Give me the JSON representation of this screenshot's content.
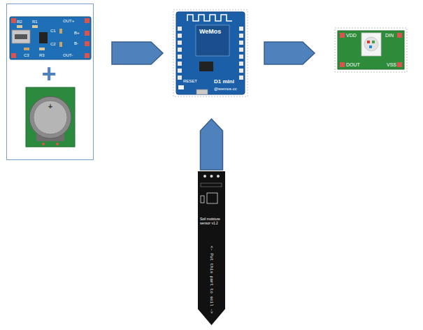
{
  "diagram": {
    "nodes": [
      {
        "text": [
          "+"
        ]
      },
      {
        "text": [
          "OUT+",
          "B+",
          "B-",
          "OUT-",
          "R2",
          "R1",
          "C1",
          "C2",
          "C3",
          "R3"
        ],
        "in": 0
      },
      {
        "text": [
          "+"
        ],
        "in": 0
      },
      {
        "text": [
          "WeMos",
          "D1 mini",
          "RESET",
          "@wemos.cc"
        ]
      },
      {
        "text": [
          "VDD",
          "DIN",
          "DOUT",
          "VSS"
        ]
      },
      {
        "text": [
          "Soil moisture sensor v1.2",
          "<- Put this part to soil ->"
        ]
      }
    ],
    "edges": [
      {
        "from": 0,
        "to": 3,
        "arrow": "to"
      },
      {
        "from": 3,
        "to": 4,
        "arrow": "to"
      },
      {
        "from": 5,
        "to": 3,
        "arrow": "to"
      }
    ]
  }
}
